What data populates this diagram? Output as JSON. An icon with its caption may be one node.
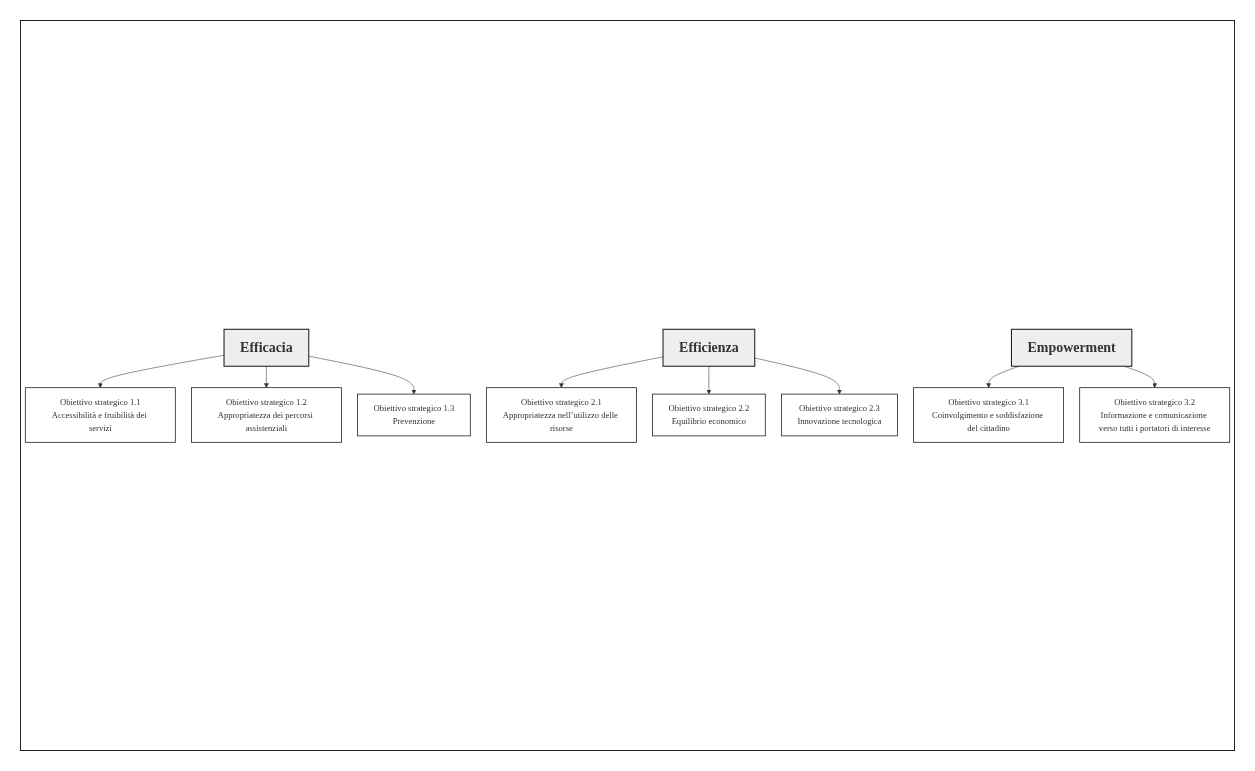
{
  "diagram": {
    "nodes": [
      {
        "text": [
          "Efficacia"
        ]
      },
      {
        "text": [
          "Obiettivo strategico 1.1",
          "Accessibilità e fruibilità dei servizi"
        ]
      },
      {
        "text": [
          "Obiettivo strategico 1.2",
          "Appropriatezza dei percorsi assistenziali"
        ]
      },
      {
        "text": [
          "Obiettivo strategico 1.3",
          "Prevenzione"
        ]
      },
      {
        "text": [
          "Efficienza"
        ]
      },
      {
        "text": [
          "Obiettivo strategico 2.1",
          "Appropriatezza nell’utilizzo delle risorse"
        ]
      },
      {
        "text": [
          "Obiettivo strategico 2.2",
          "Equilibrio economico"
        ]
      },
      {
        "text": [
          "Obiettivo strategico 2.3",
          "Innovazione tecnologica"
        ]
      },
      {
        "text": [
          "Empowerment"
        ]
      },
      {
        "text": [
          "Obiettivo strategico 3.1",
          "Coinvolgimento e soddisfazione del cittadino"
        ]
      },
      {
        "text": [
          "Obiettivo strategico 3.2",
          "Informazione e comunicazione verso tutti i portatori di interesse"
        ]
      }
    ],
    "edges": [
      {
        "from": 0,
        "to": 1,
        "arrow": "to"
      },
      {
        "from": 0,
        "to": 2,
        "arrow": "to"
      },
      {
        "from": 0,
        "to": 3,
        "arrow": "to"
      },
      {
        "from": 4,
        "to": 5,
        "arrow": "to"
      },
      {
        "from": 4,
        "to": 6,
        "arrow": "to"
      },
      {
        "from": 4,
        "to": 7,
        "arrow": "to"
      },
      {
        "from": 8,
        "to": 9,
        "arrow": "to"
      },
      {
        "from": 8,
        "to": 10,
        "arrow": "to"
      }
    ]
  }
}
